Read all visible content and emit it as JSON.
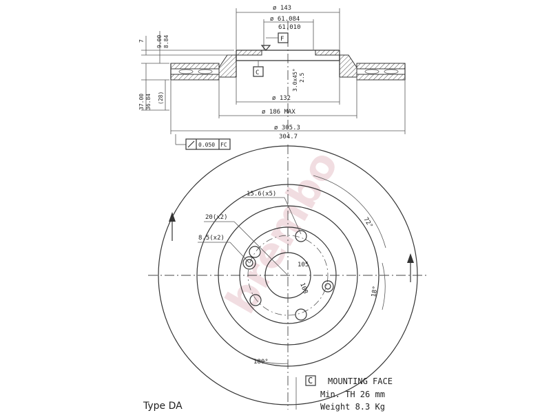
{
  "watermark": "brembo",
  "section": {
    "d_outer_top": "ø 143",
    "d_hub_top": "ø 61.084",
    "d_hub_bottom": "61.010",
    "datum_f": "F",
    "datum_c": "C",
    "v_dim_1": "7",
    "v_dim_2": "9.00",
    "v_dim_3": "8.84",
    "chamfer": "3.0x45°",
    "chamfer_2": "2.5",
    "d_inner": "ø 132",
    "d_max": "ø 186 MAX",
    "d_disc": "ø 305.3",
    "d_disc_lower": "304.7",
    "h_total_1": "37.00",
    "h_total_2": "36.84",
    "h_paren": "(28)",
    "runout": "0.050",
    "runout_ref": "FC"
  },
  "front": {
    "holes_m": "15.6(x5)",
    "holes_20": "20(x2)",
    "holes_85": "8.5(x2)",
    "pcd": "105",
    "pcd_2": "108",
    "angle_72": "72°",
    "angle_18": "18°",
    "angle_180": "180°"
  },
  "legend": {
    "marker": "C",
    "mounting": "MOUNTING FACE",
    "min_th": "Min. TH 26  mm",
    "weight": "Weight 8.3 Kg"
  },
  "type_label": "Type DA"
}
